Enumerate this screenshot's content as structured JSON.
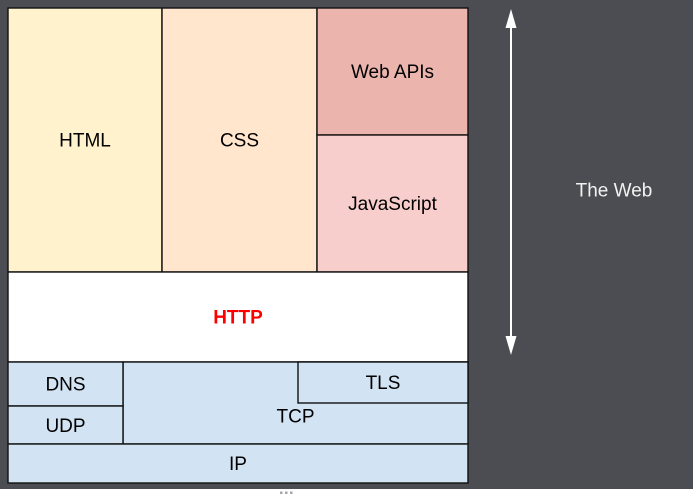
{
  "diagram": {
    "region_label": "The Web",
    "boxes": {
      "html": {
        "label": "HTML",
        "fill": "#FFF2CC"
      },
      "css": {
        "label": "CSS",
        "fill": "#FFE6CC"
      },
      "web_apis": {
        "label": "Web APIs",
        "fill": "#EBB5AE"
      },
      "javascript": {
        "label": "JavaScript",
        "fill": "#F8CECC"
      },
      "http": {
        "label": "HTTP",
        "fill": "#FFFFFF",
        "text_color": "#FF0000"
      },
      "dns": {
        "label": "DNS",
        "fill": "#D2E3F3"
      },
      "udp": {
        "label": "UDP",
        "fill": "#D2E3F3"
      },
      "tcp": {
        "label": "TCP",
        "fill": "#D2E3F3"
      },
      "tls": {
        "label": "TLS",
        "fill": "#D2E3F3"
      },
      "ip": {
        "label": "IP",
        "fill": "#D2E3F3"
      }
    },
    "colors": {
      "canvas_background": "#4C4D52",
      "box_border": "#111111",
      "label_text": "#000000",
      "arrow": "#FFFFFF",
      "region_label_text": "#F2F2F2",
      "handle_dots": "#A6A6A6"
    }
  }
}
